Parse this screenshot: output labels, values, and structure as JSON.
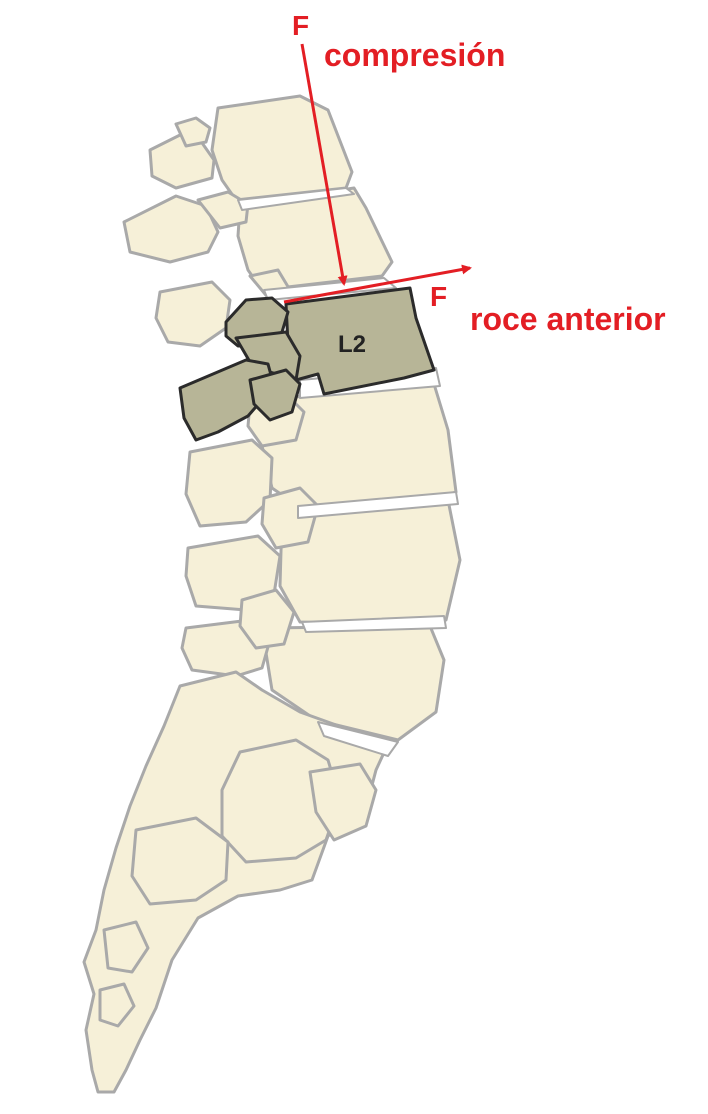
{
  "diagram": {
    "labels": {
      "compression_force_letter": "F",
      "compression_label": "compresión",
      "friction_force_letter": "F",
      "friction_label": "roce anterior",
      "vertebra_label": "L2"
    },
    "colors": {
      "bone_fill": "#f6f0d8",
      "bone_outline": "#a9a9a9",
      "highlight_fill": "#b7b597",
      "highlight_outline": "#2b2b2b",
      "arrow": "#e31e24",
      "label_red": "#e31e24"
    },
    "highlighted_vertebra": "L2"
  }
}
